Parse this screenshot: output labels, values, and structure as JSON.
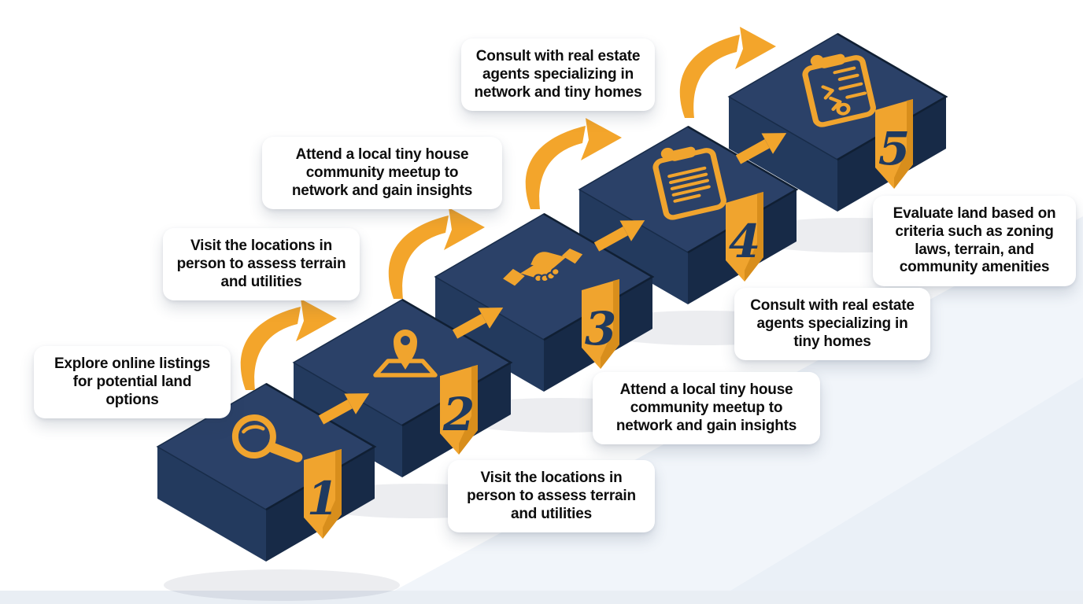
{
  "diagram_type": "step-infographic",
  "topic": "Finding land for tiny homes",
  "colors": {
    "block_top": "#2B4168",
    "block_left": "#233A5E",
    "block_right": "#172A47",
    "accent_yellow": "#F0A42E",
    "accent_yellow_dark": "#D88E1C",
    "number_navy": "#1F3A60",
    "card_background": "#FFFFFF",
    "card_text": "#0D0D0D",
    "background": "#FFFFFF",
    "background_tint": "#EEF3F9"
  },
  "steps": [
    {
      "number": "1",
      "icon": "magnifier-icon",
      "label_lines": [
        "Explore online listings",
        "for potential land",
        "options"
      ]
    },
    {
      "number": "2",
      "icon": "location-pin-icon",
      "label_lines": [
        "Visit the locations in",
        "person to assess terrain",
        "and utilities"
      ]
    },
    {
      "number": "3",
      "icon": "handshake-icon",
      "label_lines": [
        "Attend a local tiny house",
        "community meetup to",
        "network and gain insights"
      ]
    },
    {
      "number": "4",
      "icon": "clipboard-icon",
      "label_lines": [
        "Consult with real estate",
        "agents specializing in",
        "network and tiny homes"
      ]
    },
    {
      "number": "5",
      "icon": "checklist-icon",
      "label_lines": [
        "Evaluate land based on",
        "criteria such as zoning",
        "laws, terrain, and",
        "community amenities"
      ]
    }
  ],
  "secondary_labels": [
    {
      "label_lines": [
        "Consult with real estate",
        "agents specializing in",
        "tiny homes"
      ]
    },
    {
      "label_lines": [
        "Attend a local tiny house",
        "community meetup to",
        "network and gain insights"
      ]
    },
    {
      "label_lines": [
        "Visit the locations in",
        "person to assess terrain",
        "and utilities"
      ]
    }
  ]
}
